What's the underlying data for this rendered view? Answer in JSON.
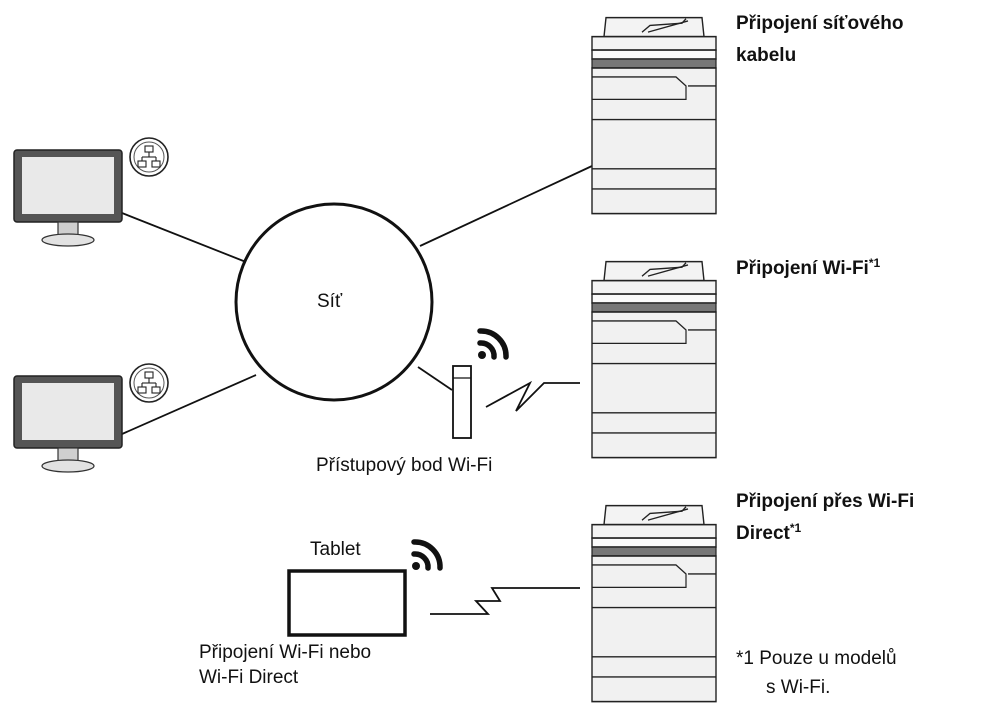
{
  "diagram": {
    "network_label": "Síť",
    "access_point_label": "Přístupový bod Wi-Fi",
    "tablet_label": "Tablet",
    "tablet_connection_line1": "Připojení Wi-Fi nebo",
    "tablet_connection_line2": "Wi-Fi Direct",
    "cable_connection_line1": "Připojení síťového",
    "cable_connection_line2": "kabelu",
    "wifi_connection": "Připojení Wi-Fi",
    "wifi_direct_line1": "Připojení přes Wi-Fi",
    "wifi_direct_line2": "Direct",
    "footnote_mark": "*1",
    "footnote_line1": "*1 Pouze u modelů",
    "footnote_line2": "s Wi-Fi."
  },
  "icons": [
    "monitor-icon",
    "lan-network-icon",
    "printer-icon",
    "access-point-icon",
    "wifi-signal-icon",
    "tablet-icon"
  ]
}
